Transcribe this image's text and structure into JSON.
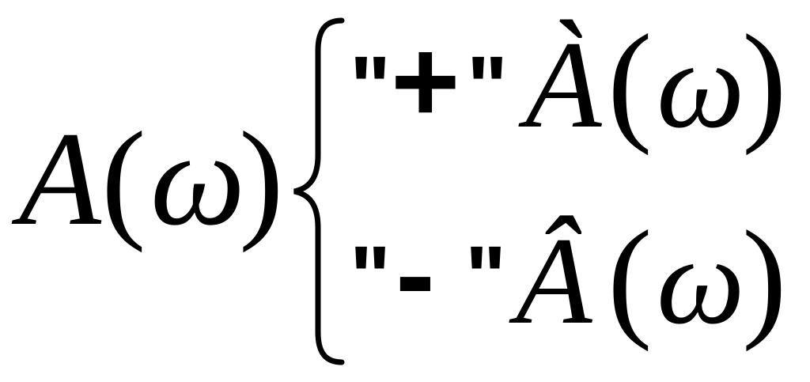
{
  "formula": {
    "lhs": {
      "symbol": "A",
      "open_paren": "(",
      "variable": "ω",
      "close_paren": ")"
    },
    "cases": [
      {
        "sign_quote_open": "\"",
        "sign": "+",
        "sign_quote_close": "\"",
        "letter": "À",
        "open_paren": "(",
        "variable": "ω",
        "close_paren": ")"
      },
      {
        "sign_quote_open": "\"",
        "sign": "-",
        "sign_quote_close": "\"",
        "letter": "Â",
        "open_paren": "(",
        "variable": "ω",
        "close_paren": ")"
      }
    ]
  }
}
